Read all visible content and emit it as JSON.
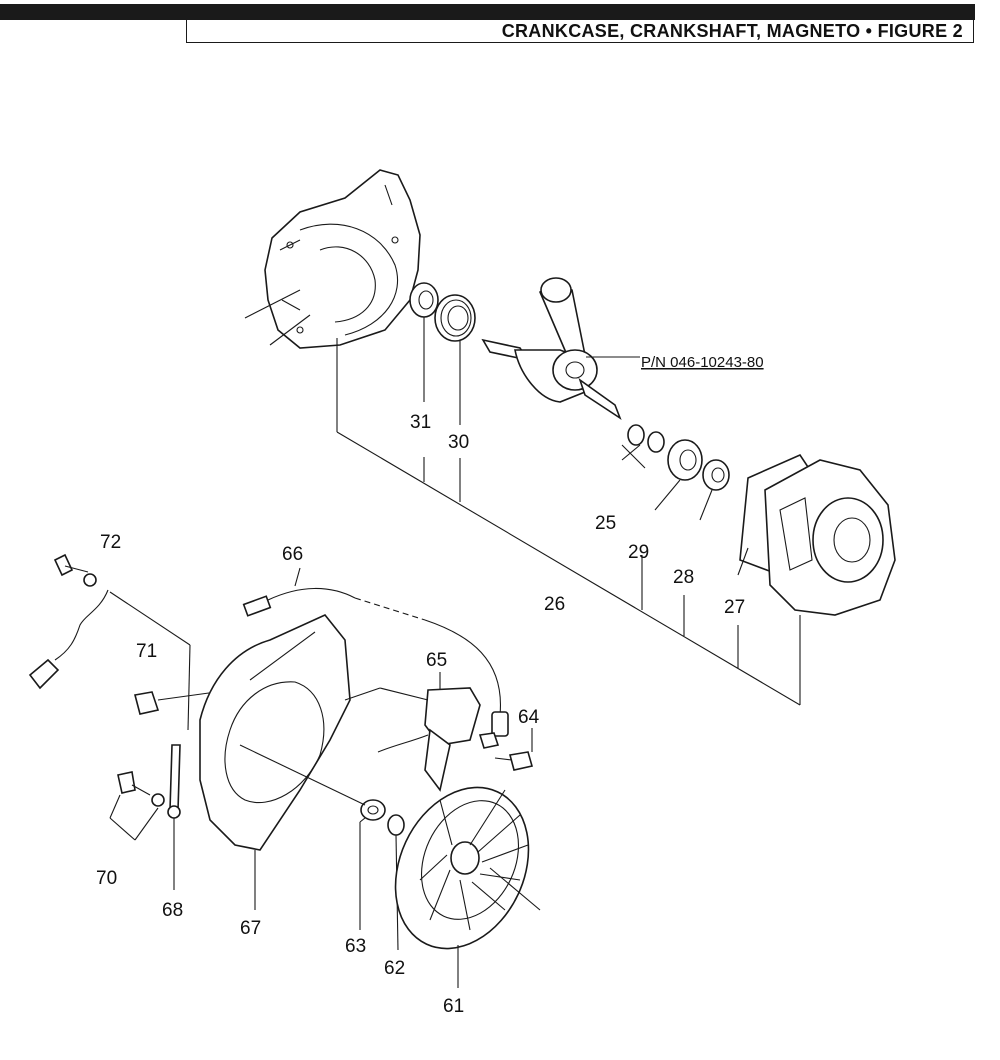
{
  "header": {
    "title": "CRANKCASE, CRANKSHAFT, MAGNETO • FIGURE 2"
  },
  "diagram": {
    "part_number_note": "P/N 046-10243-80",
    "labels": {
      "l25": "25",
      "l26": "26",
      "l27": "27",
      "l28": "28",
      "l29": "29",
      "l30": "30",
      "l31": "31",
      "l61": "61",
      "l62": "62",
      "l63": "63",
      "l64": "64",
      "l65": "65",
      "l66": "66",
      "l67": "67",
      "l68": "68",
      "l70": "70",
      "l71": "71",
      "l72": "72"
    }
  }
}
